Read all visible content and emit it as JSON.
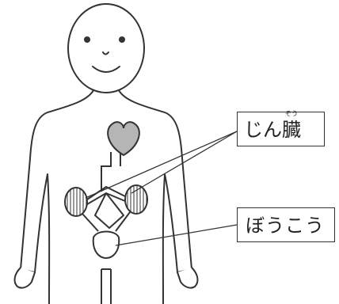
{
  "labels": {
    "kidney": {
      "text_prefix": "じん",
      "kanji": "臓",
      "ruby": "ぞう"
    },
    "bladder": {
      "text": "ぼうこう"
    }
  },
  "colors": {
    "line": "#333333",
    "heart_fill": "#b5b5b5",
    "kidney_hatch": "#555555",
    "background": "#ffffff"
  }
}
